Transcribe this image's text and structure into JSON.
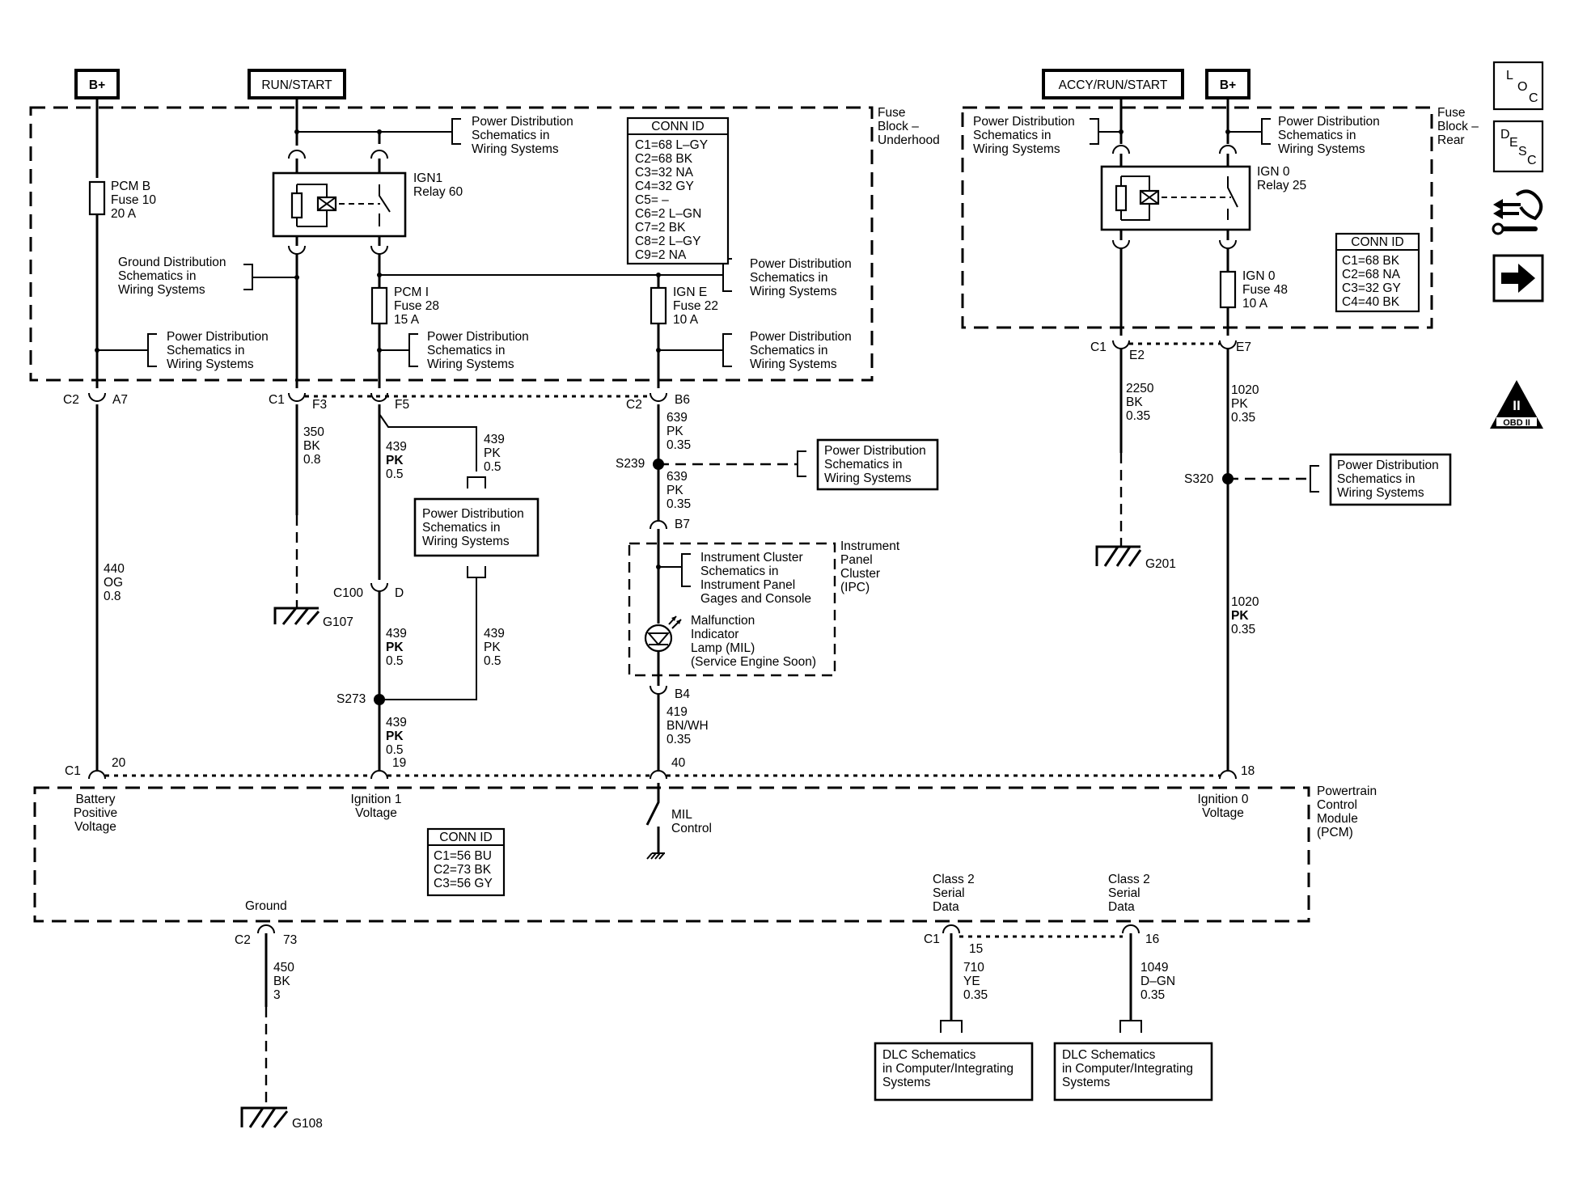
{
  "power_labels": {
    "bplus_left": "B+",
    "run_start": "RUN/START",
    "accy_run_start": "ACCY/RUN/START",
    "bplus_right": "B+"
  },
  "fuse_block_underhood": {
    "line1": "Fuse",
    "line2": "Block –",
    "line3": "Underhood"
  },
  "fuse_block_rear": {
    "line1": "Fuse",
    "line2": "Block –",
    "line3": "Rear"
  },
  "pd_ref": {
    "line1": "Power Distribution",
    "line2": "Schematics in",
    "line3": "Wiring Systems"
  },
  "gd_ref": {
    "line1": "Ground Distribution",
    "line2": "Schematics in",
    "line3": "Wiring Systems"
  },
  "pcm_b_fuse": {
    "line1": "PCM B",
    "line2": "Fuse 10",
    "line3": "20 A"
  },
  "ign1_relay": {
    "line1": "IGN1",
    "line2": "Relay 60"
  },
  "pcm_i_fuse": {
    "line1": "PCM I",
    "line2": "Fuse 28",
    "line3": "15 A"
  },
  "ign_e_fuse": {
    "line1": "IGN E",
    "line2": "Fuse 22",
    "line3": "10 A"
  },
  "ign0_relay": {
    "line1": "IGN 0",
    "line2": "Relay 25"
  },
  "ign0_fuse": {
    "line1": "IGN 0",
    "line2": "Fuse 48",
    "line3": "10 A"
  },
  "conn_id_underhood": {
    "title": "CONN ID",
    "rows": [
      "C1=68 L–GY",
      "C2=68 BK",
      "C3=32 NA",
      "C4=32 GY",
      "C5= –",
      "C6=2 L–GN",
      "C7=2 BK",
      "C8=2 L–GY",
      "C9=2 NA"
    ]
  },
  "conn_id_rear": {
    "title": "CONN ID",
    "rows": [
      "C1=68 BK",
      "C2=68 NA",
      "C3=32 GY",
      "C4=40 BK"
    ]
  },
  "conn_id_pcm": {
    "title": "CONN ID",
    "rows": [
      "C1=56 BU",
      "C2=73 BK",
      "C3=56 GY"
    ]
  },
  "connectors": {
    "c2": "C2",
    "a7": "A7",
    "c1": "C1",
    "f3": "F3",
    "f5": "F5",
    "b6": "B6",
    "e2": "E2",
    "e7": "E7",
    "b7": "B7",
    "b4": "B4",
    "c100": "C100",
    "d": "D",
    "pin20": "20",
    "pin19": "19",
    "pin40": "40",
    "pin18": "18",
    "pin73": "73",
    "pin15": "15",
    "pin16": "16"
  },
  "splices": {
    "s239": "S239",
    "s273": "S273",
    "s320": "S320"
  },
  "grounds": {
    "g107": "G107",
    "g201": "G201",
    "g108": "G108"
  },
  "wires": {
    "w440": [
      "440",
      "OG",
      "0.8"
    ],
    "w350": [
      "350",
      "BK",
      "0.8"
    ],
    "w439a": [
      "439",
      "PK",
      "0.5"
    ],
    "w439b": [
      "439",
      "PK",
      "0.5"
    ],
    "w439c": [
      "439",
      "PK",
      "0.5"
    ],
    "w439d": [
      "439",
      "PK",
      "0.5"
    ],
    "w439e": [
      "439",
      "PK",
      "0.5"
    ],
    "w639a": [
      "639",
      "PK",
      "0.35"
    ],
    "w639b": [
      "639",
      "PK",
      "0.35"
    ],
    "w419": [
      "419",
      "BN/WH",
      "0.35"
    ],
    "w2250": [
      "2250",
      "BK",
      "0.35"
    ],
    "w1020a": [
      "1020",
      "PK",
      "0.35"
    ],
    "w1020b": [
      "1020",
      "PK",
      "0.35"
    ],
    "w450": [
      "450",
      "BK",
      "3"
    ],
    "w710": [
      "710",
      "YE",
      "0.35"
    ],
    "w1049": [
      "1049",
      "D–GN",
      "0.35"
    ]
  },
  "ipc": {
    "ref": [
      "Instrument  Cluster",
      "Schematics in",
      "Instrument Panel",
      "Gages and Console"
    ],
    "mil": [
      "Malfunction",
      "Indicator",
      "Lamp (MIL)",
      "(Service Engine Soon)"
    ],
    "name": [
      "Instrument",
      "Panel",
      "Cluster",
      "(IPC)"
    ]
  },
  "pcm": {
    "name": [
      "Powertrain",
      "Control",
      "Module",
      "(PCM)"
    ],
    "battery": [
      "Battery",
      "Positive",
      "Voltage"
    ],
    "ign1": [
      "Ignition 1",
      "Voltage"
    ],
    "mil": [
      "MIL",
      "Control"
    ],
    "ign0": [
      "Ignition 0",
      "Voltage"
    ],
    "ground": "Ground",
    "class2": [
      "Class 2",
      "Serial",
      "Data"
    ]
  },
  "dlc_ref": [
    "DLC Schematics",
    "in Computer/Integrating",
    "Systems"
  ],
  "side_icons": {
    "loc": [
      "L",
      "O",
      "C"
    ],
    "desc": [
      "D",
      "E",
      "S",
      "C"
    ],
    "obd": [
      "II",
      "OBD II"
    ],
    "icon_names": [
      "loc-icon",
      "desc-icon",
      "component-icon",
      "next-arrow-icon",
      "obd-ii-icon"
    ]
  }
}
